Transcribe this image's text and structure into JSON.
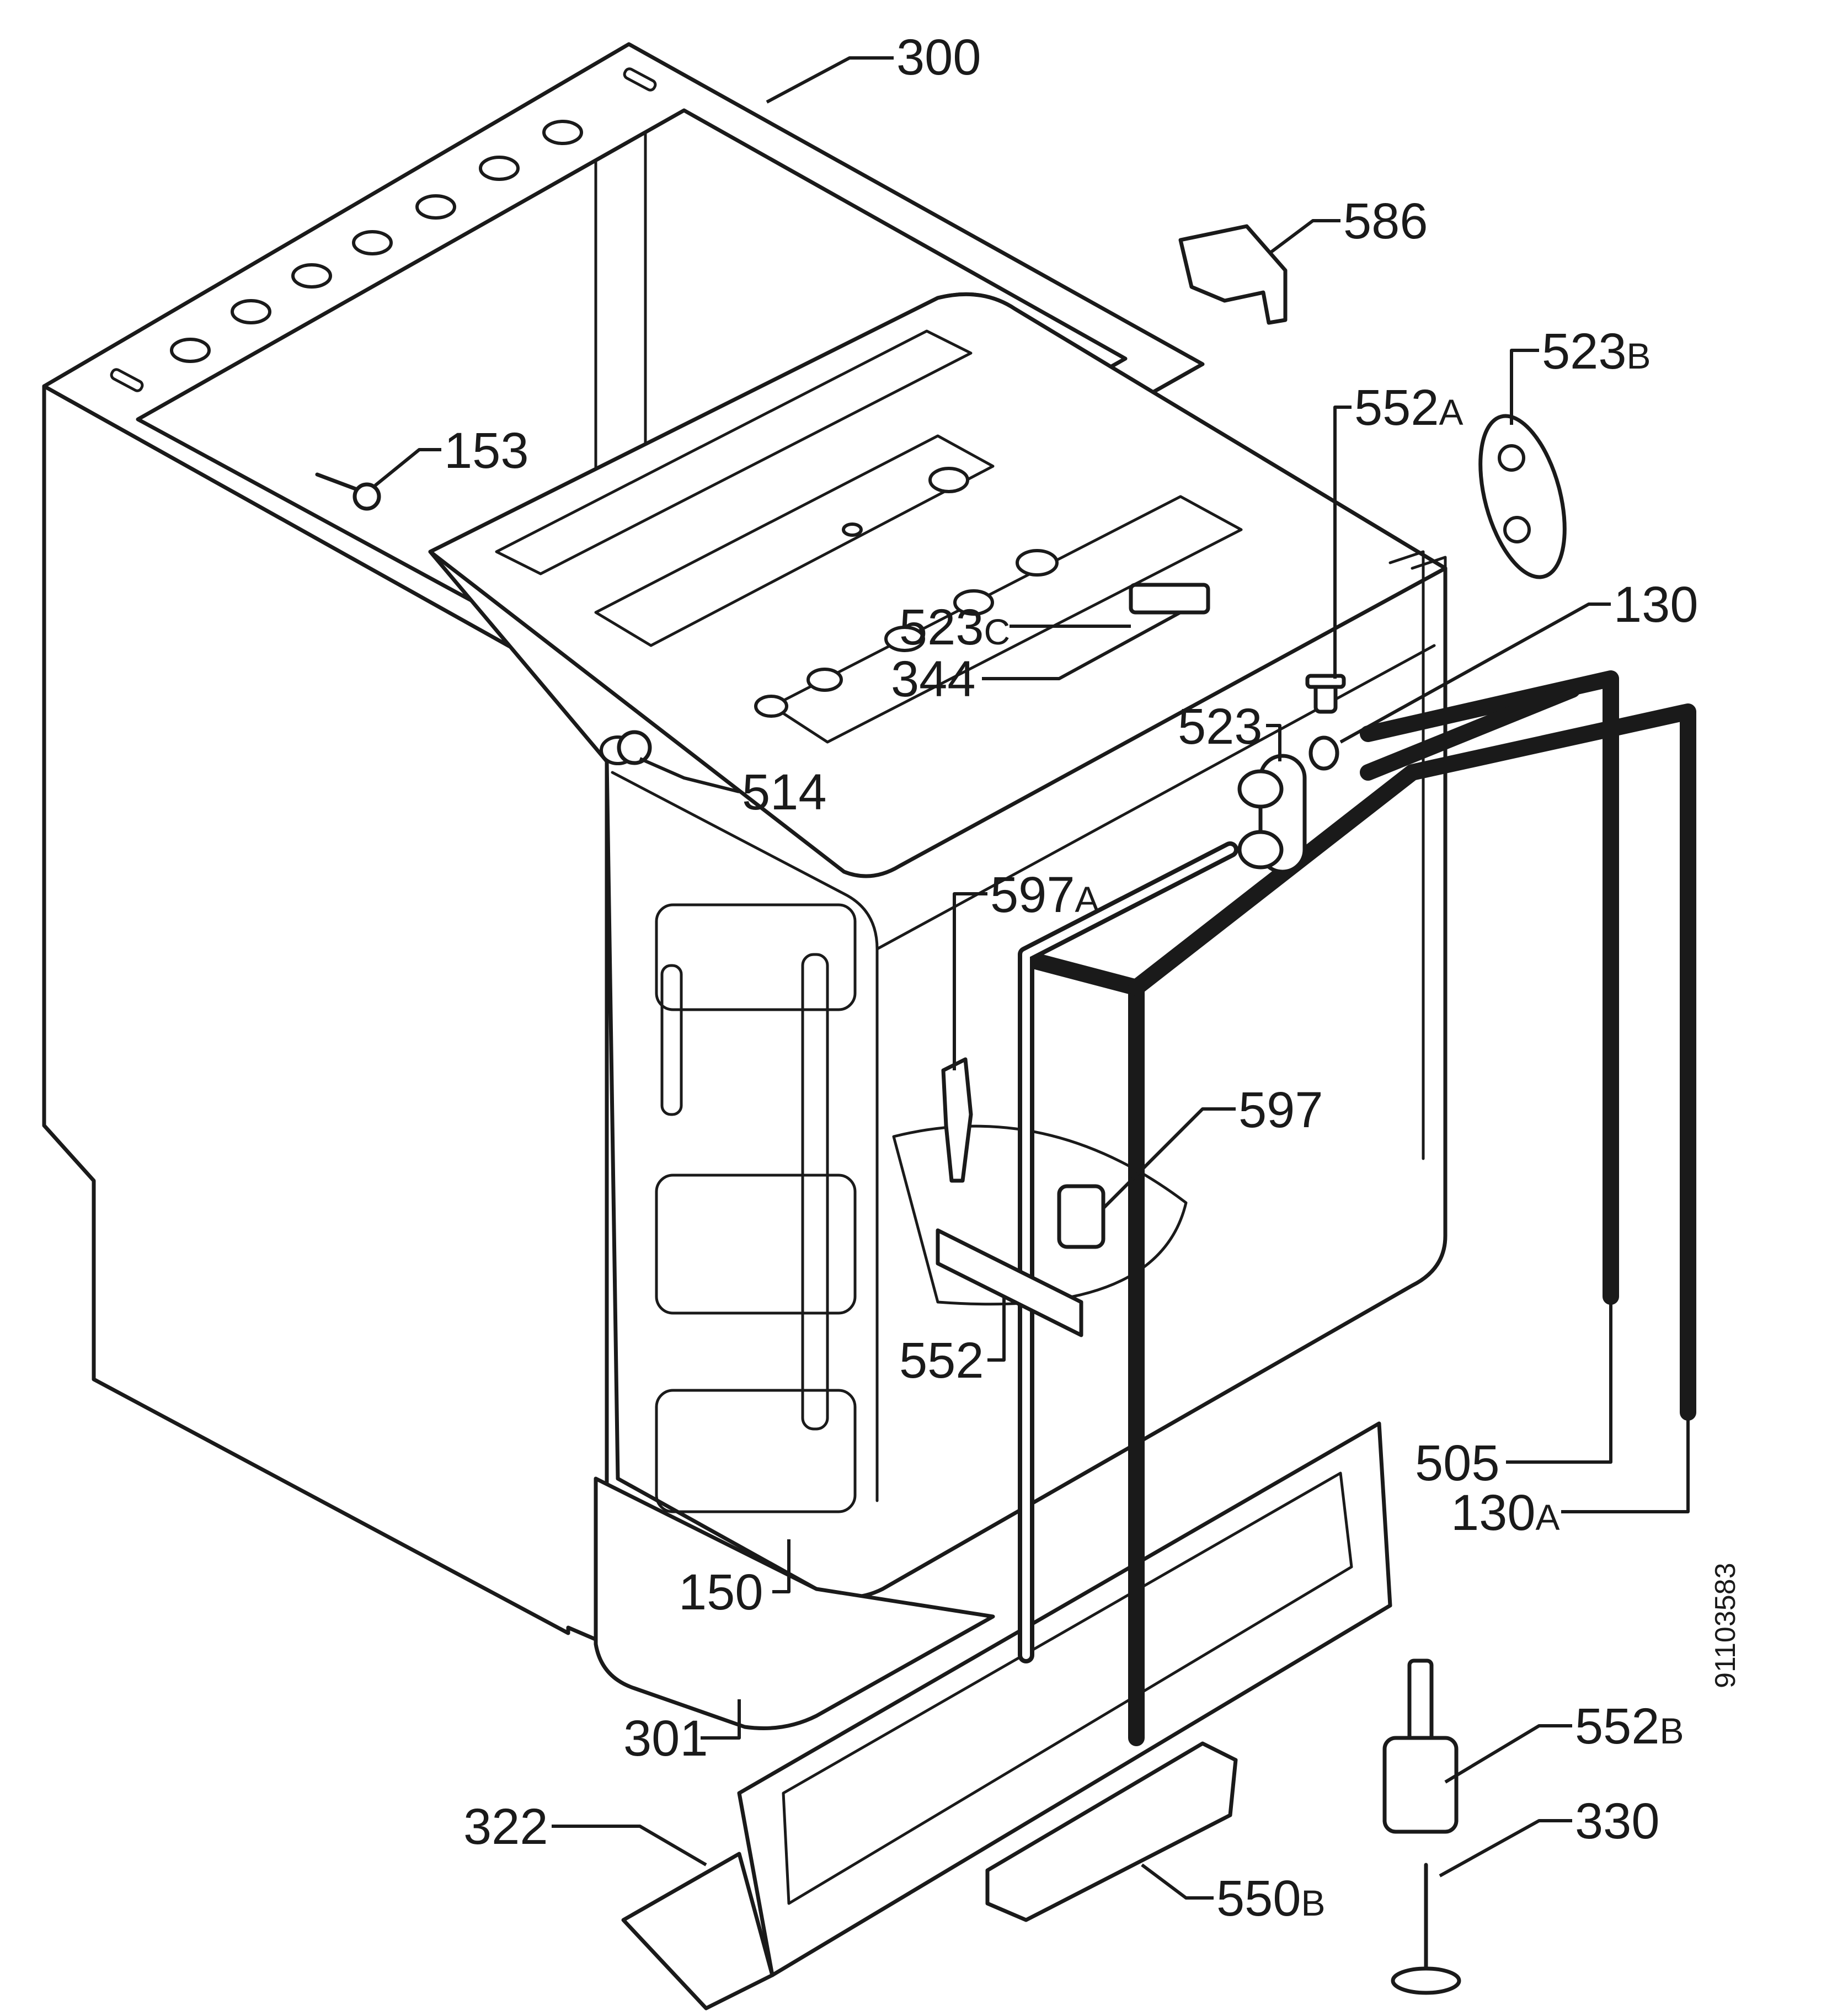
{
  "document_number": "91103583",
  "parts": [
    {
      "id": "p300",
      "number": "300",
      "suffix": ""
    },
    {
      "id": "p586",
      "number": "586",
      "suffix": ""
    },
    {
      "id": "p523b",
      "number": "523",
      "suffix": "B"
    },
    {
      "id": "p552a",
      "number": "552",
      "suffix": "A"
    },
    {
      "id": "p153",
      "number": "153",
      "suffix": ""
    },
    {
      "id": "p130",
      "number": "130",
      "suffix": ""
    },
    {
      "id": "p523c",
      "number": "523",
      "suffix": "C"
    },
    {
      "id": "p344",
      "number": "344",
      "suffix": ""
    },
    {
      "id": "p523",
      "number": "523",
      "suffix": ""
    },
    {
      "id": "p514",
      "number": "514",
      "suffix": ""
    },
    {
      "id": "p597a",
      "number": "597",
      "suffix": "A"
    },
    {
      "id": "p597",
      "number": "597",
      "suffix": ""
    },
    {
      "id": "p552",
      "number": "552",
      "suffix": ""
    },
    {
      "id": "p505",
      "number": "505",
      "suffix": ""
    },
    {
      "id": "p130a",
      "number": "130",
      "suffix": "A"
    },
    {
      "id": "p150",
      "number": "150",
      "suffix": ""
    },
    {
      "id": "p301",
      "number": "301",
      "suffix": ""
    },
    {
      "id": "p552b",
      "number": "552",
      "suffix": "B"
    },
    {
      "id": "p322",
      "number": "322",
      "suffix": ""
    },
    {
      "id": "p330",
      "number": "330",
      "suffix": ""
    },
    {
      "id": "p550b",
      "number": "550",
      "suffix": "B"
    }
  ]
}
